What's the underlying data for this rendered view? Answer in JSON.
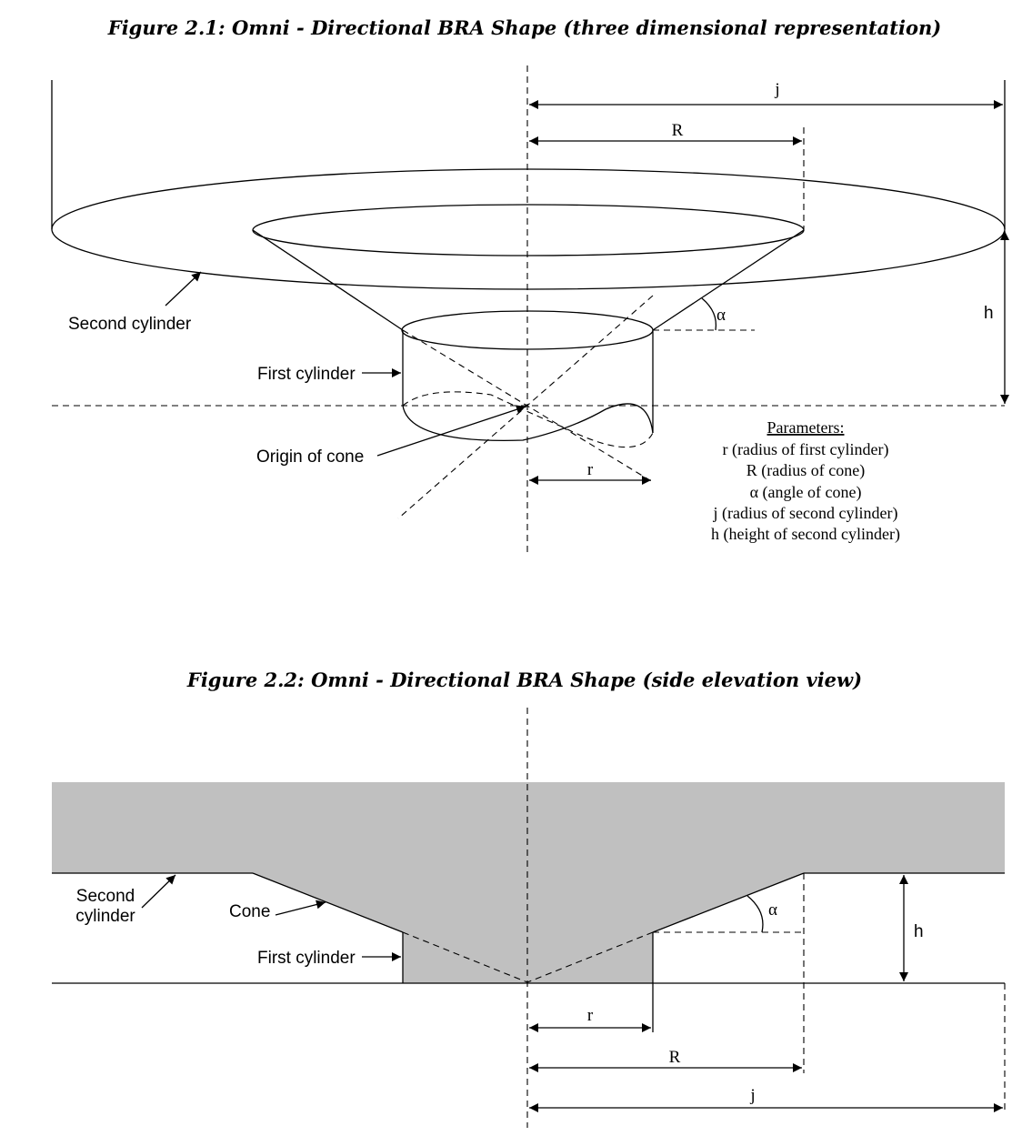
{
  "figure1": {
    "title": "Figure 2.1: Omni - Directional BRA Shape (three dimensional representation)",
    "labels": {
      "j": "j",
      "R": "R",
      "r": "r",
      "h": "h",
      "alpha": "α",
      "second_cylinder": "Second cylinder",
      "first_cylinder": "First cylinder",
      "origin_of_cone": "Origin of cone"
    },
    "parameters": {
      "heading": "Parameters:",
      "items": [
        "r (radius of first cylinder)",
        "R (radius of cone)",
        "α (angle of cone)",
        "j (radius of second cylinder)",
        "h (height of second cylinder)"
      ]
    }
  },
  "figure2": {
    "title": "Figure 2.2: Omni - Directional BRA Shape (side elevation view)",
    "labels": {
      "second_cylinder_line1": "Second",
      "second_cylinder_line2": "cylinder",
      "cone": "Cone",
      "first_cylinder": "First cylinder",
      "alpha": "α",
      "h": "h",
      "r": "r",
      "R": "R",
      "j": "j"
    }
  },
  "colors": {
    "fill_gray": "#c0c0c0",
    "ink": "#000000"
  }
}
